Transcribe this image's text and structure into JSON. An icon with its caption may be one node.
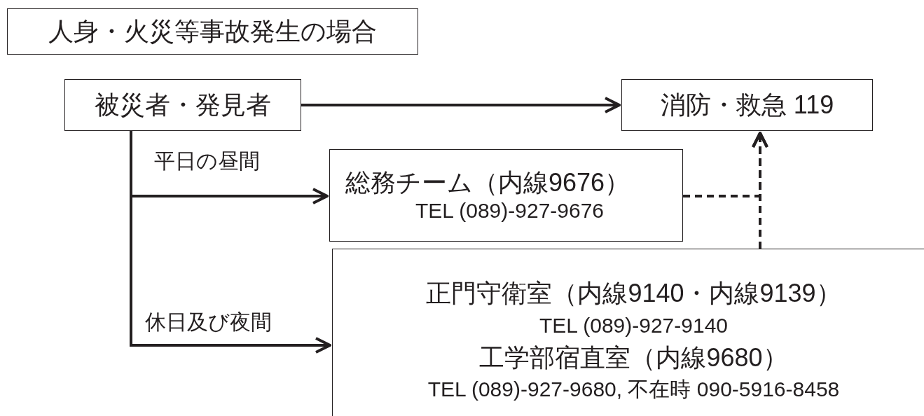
{
  "diagram": {
    "title": "人身・火災等事故発生の場合",
    "nodes": [
      {
        "text": [
          "被災者・発見者"
        ]
      },
      {
        "text": [
          "消防・救急 119"
        ]
      },
      {
        "text": [
          "総務チーム（内線9676）",
          "TEL (089)-927-9676"
        ]
      },
      {
        "text": [
          "正門守衛室（内線9140・内線9139）",
          "TEL (089)-927-9140",
          "工学部宿直室（内線9680）",
          "TEL (089)-927-9680, 不在時 090-5916-8458"
        ]
      }
    ],
    "edges": [
      {
        "from": 0,
        "to": 1,
        "arrow": "to"
      },
      {
        "from": 0,
        "to": 2,
        "arrow": "to",
        "label": "平日の昼間"
      },
      {
        "from": 0,
        "to": 3,
        "arrow": "to",
        "label": "休日及び夜間"
      },
      {
        "from": 2,
        "to": 1,
        "arrow": "to",
        "style": "dashed"
      },
      {
        "from": 3,
        "to": 1,
        "arrow": "to",
        "style": "dashed"
      }
    ]
  }
}
